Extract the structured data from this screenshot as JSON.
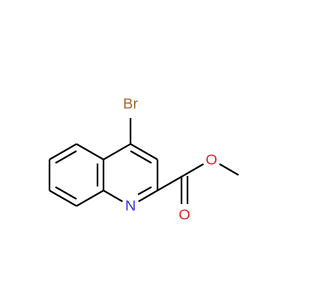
{
  "molecule": {
    "atoms": {
      "br": {
        "symbol": "Br",
        "color": "#a5632a"
      },
      "n1": {
        "symbol": "N",
        "color": "#2a2ae6"
      },
      "o_carbonyl": {
        "symbol": "O",
        "color": "#e02020"
      },
      "o_ester": {
        "symbol": "O",
        "color": "#e02020"
      }
    },
    "bond_color": "#000000"
  }
}
